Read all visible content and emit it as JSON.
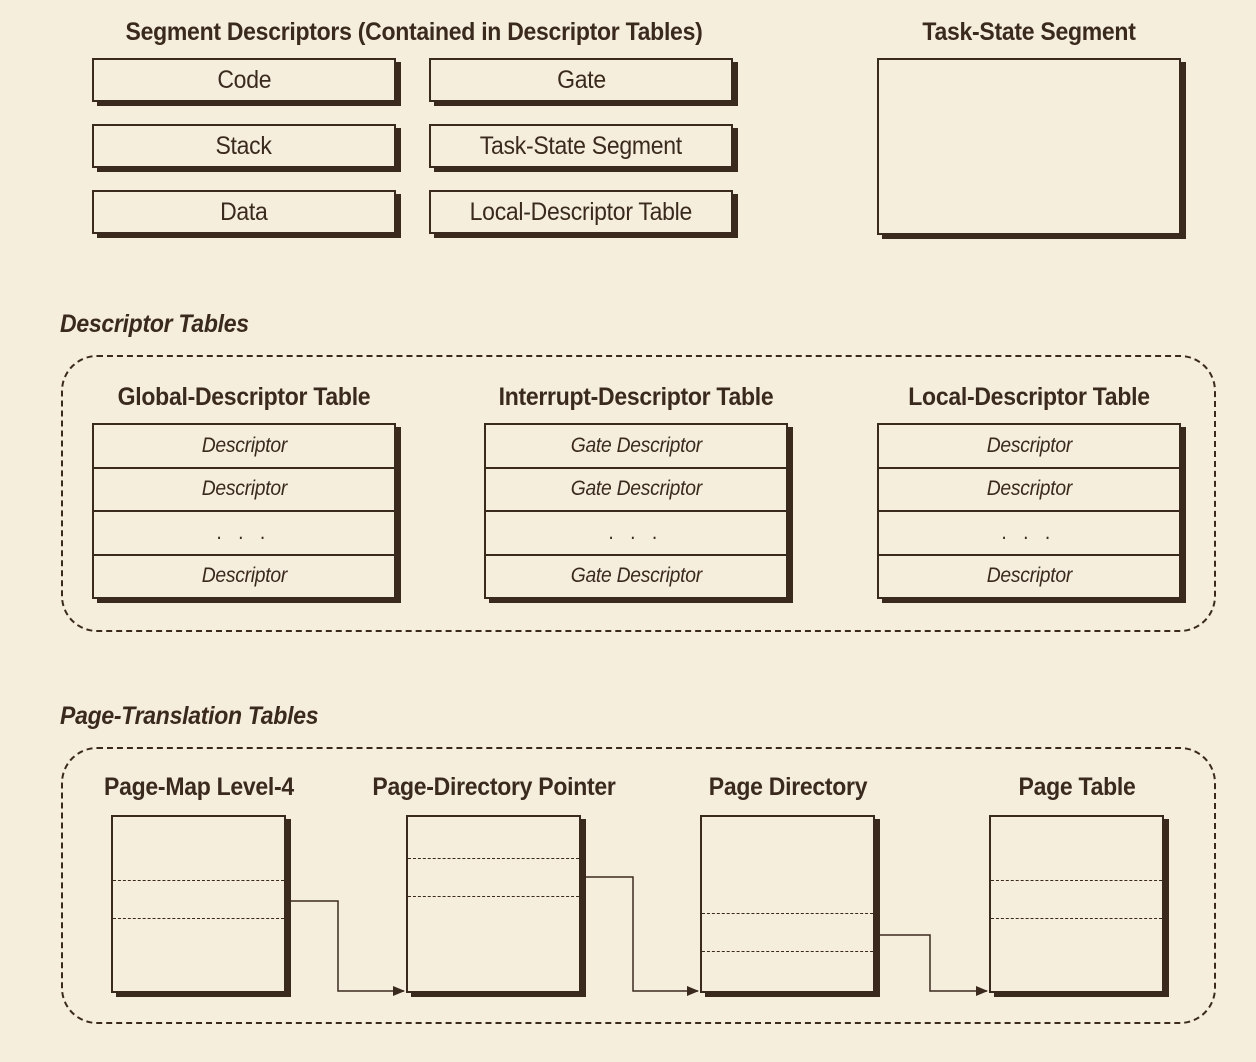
{
  "segment_descriptors": {
    "title": "Segment Descriptors (Contained in Descriptor Tables)",
    "items": [
      "Code",
      "Gate",
      "Stack",
      "Task-State Segment",
      "Data",
      "Local-Descriptor Table"
    ]
  },
  "task_state_segment": {
    "title": "Task-State Segment"
  },
  "descriptor_tables": {
    "section_label": "Descriptor Tables",
    "tables": [
      {
        "title": "Global-Descriptor Table",
        "rows": [
          "Descriptor",
          "Descriptor",
          ". . .",
          "Descriptor"
        ]
      },
      {
        "title": "Interrupt-Descriptor Table",
        "rows": [
          "Gate Descriptor",
          "Gate Descriptor",
          ". . .",
          "Gate Descriptor"
        ]
      },
      {
        "title": "Local-Descriptor Table",
        "rows": [
          "Descriptor",
          "Descriptor",
          ". . .",
          "Descriptor"
        ]
      }
    ]
  },
  "page_translation_tables": {
    "section_label": "Page-Translation Tables",
    "tables": [
      {
        "title": "Page-Map Level-4"
      },
      {
        "title": "Page-Directory Pointer"
      },
      {
        "title": "Page Directory"
      },
      {
        "title": "Page Table"
      }
    ]
  }
}
